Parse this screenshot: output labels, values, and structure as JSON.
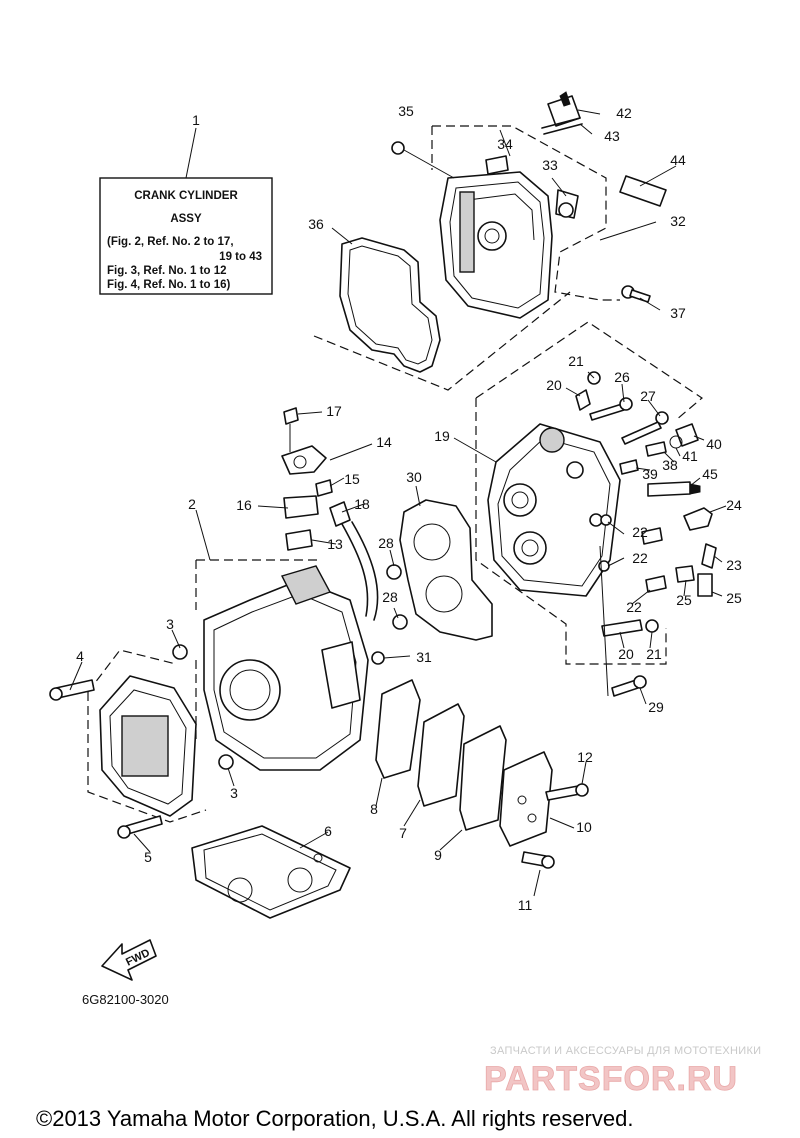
{
  "info_box": {
    "title_line1": "CRANK CYLINDER",
    "title_line2": "ASSY",
    "ref_line1": "(Fig. 2, Ref. No. 2 to 17,",
    "ref_line2": "19 to 43",
    "ref_line3": "Fig. 3, Ref. No. 1 to 12",
    "ref_line4": "Fig. 4, Ref. No. 1 to 16)"
  },
  "callouts": [
    "1",
    "2",
    "3",
    "3",
    "4",
    "5",
    "6",
    "7",
    "8",
    "9",
    "10",
    "11",
    "12",
    "13",
    "14",
    "15",
    "16",
    "17",
    "18",
    "19",
    "20",
    "20",
    "21",
    "21",
    "22",
    "22",
    "22",
    "23",
    "24",
    "25",
    "25",
    "26",
    "27",
    "28",
    "28",
    "29",
    "30",
    "31",
    "32",
    "33",
    "34",
    "35",
    "36",
    "37",
    "38",
    "39",
    "40",
    "41",
    "42",
    "43",
    "44",
    "45"
  ],
  "fwd_label": "FWD",
  "diagram_code": "6G82100-3020",
  "watermark": {
    "caption": "ЗАПЧАСТИ И АКСЕССУАРЫ ДЛЯ МОТОТЕХНИКИ",
    "brand": "PARTSFOR.RU"
  },
  "copyright": "©2013 Yamaha Motor Corporation, U.S.A. All rights reserved."
}
